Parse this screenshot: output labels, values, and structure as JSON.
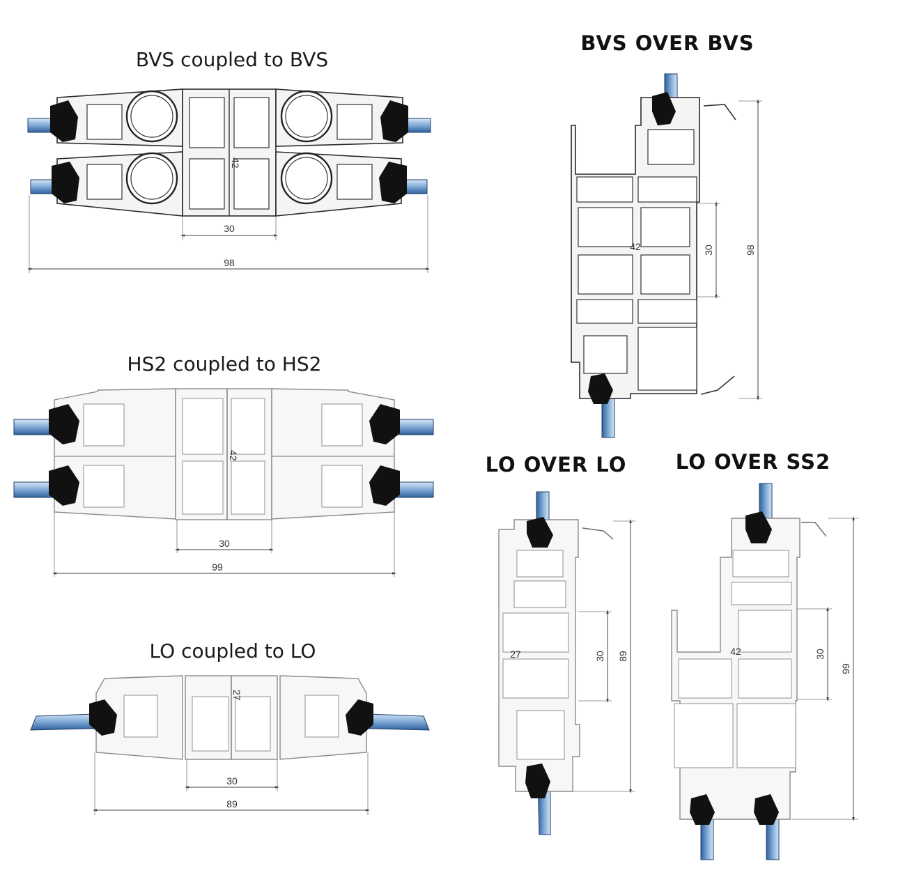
{
  "sections": {
    "bvs_coupled": {
      "title": "BVS coupled to BVS",
      "dims": {
        "inner": "30",
        "overall": "98",
        "height": "42"
      }
    },
    "hs2_coupled": {
      "title": "HS2 coupled to HS2",
      "dims": {
        "inner": "30",
        "overall": "99",
        "height": "42"
      }
    },
    "lo_coupled": {
      "title": "LO coupled to LO",
      "dims": {
        "inner": "30",
        "overall": "89",
        "height": "27"
      }
    },
    "bvs_over_bvs": {
      "title": "BVS OVER BVS",
      "dims": {
        "width": "42",
        "inner": "30",
        "overall": "98"
      }
    },
    "lo_over_lo": {
      "title": "LO OVER LO",
      "dims": {
        "width": "27",
        "inner": "30",
        "overall": "89"
      }
    },
    "lo_over_ss2": {
      "title": "LO OVER SS2",
      "dims": {
        "width": "42",
        "inner": "30",
        "overall": "99"
      }
    }
  },
  "colors": {
    "glass_light": "#d6e6f5",
    "glass_mid": "#7fa9d6",
    "glass_dark": "#2f5f9c",
    "seal": "#111111",
    "profile_fill": "#f4f4f4"
  }
}
